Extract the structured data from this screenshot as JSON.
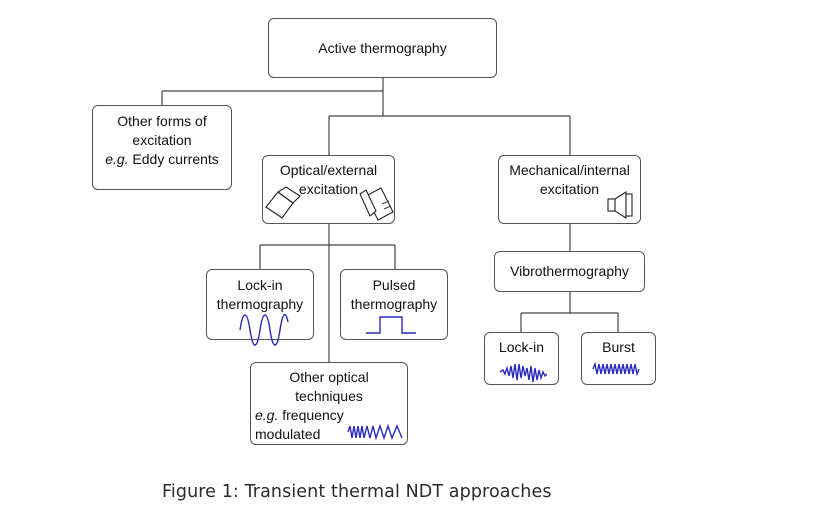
{
  "diagram": {
    "root": {
      "label": "Active thermography"
    },
    "other_forms": {
      "line1": "Other forms of",
      "line2": "excitation",
      "eg": "e.g.",
      "line3": " Eddy currents"
    },
    "optical": {
      "line1": "Optical/external",
      "line2": "excitation"
    },
    "mechanical": {
      "line1": "Mechanical/internal",
      "line2": "excitation"
    },
    "lockin_thermo": {
      "line1": "Lock-in",
      "line2": "thermography"
    },
    "pulsed_thermo": {
      "line1": "Pulsed",
      "line2": "thermography"
    },
    "vibro": {
      "label": "Vibrothermography"
    },
    "vibro_lockin": {
      "label": "Lock-in"
    },
    "vibro_burst": {
      "label": "Burst"
    },
    "other_optical": {
      "line1": "Other optical",
      "line2": "techniques",
      "eg": "e.g.",
      "line3": " frequency",
      "line4": "modulated"
    }
  },
  "caption": "Figure 1: Transient thermal NDT approaches",
  "colors": {
    "wave": "#2a2ab8",
    "border": "#555555",
    "caption": "#2b2b2b"
  }
}
